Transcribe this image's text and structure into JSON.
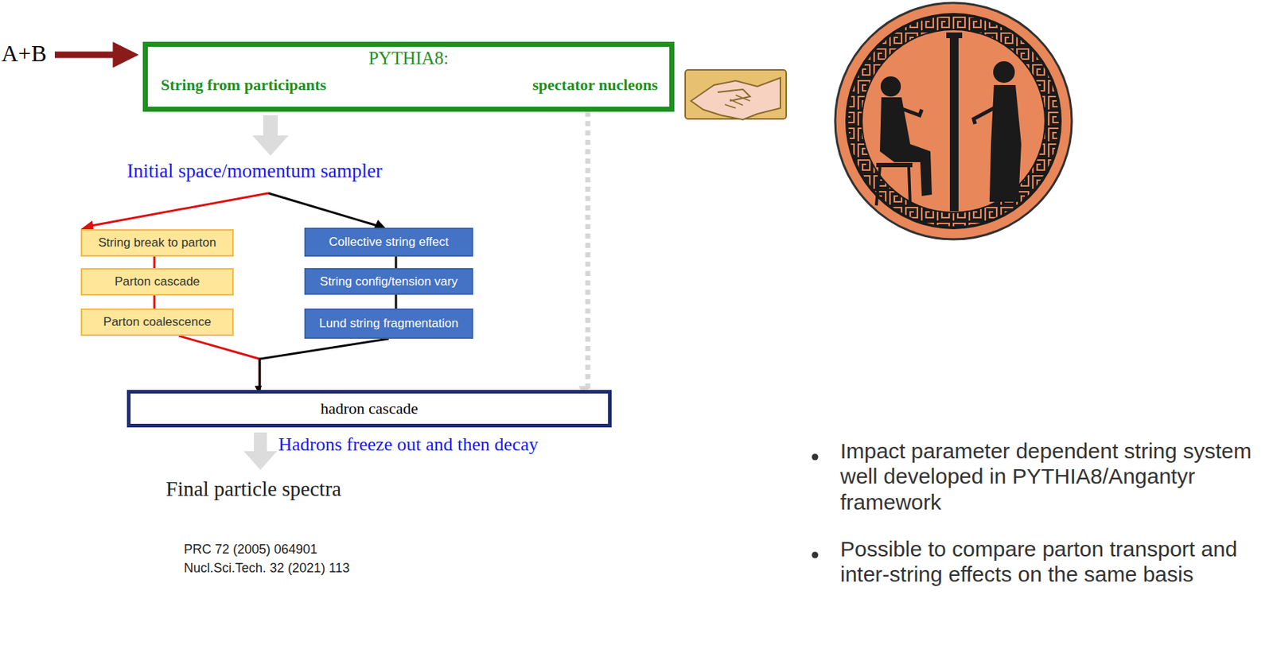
{
  "diagram": {
    "nodes": [
      {
        "text": [
          "PYTHIA8:",
          "String from participants",
          "spectator nucleons"
        ]
      },
      {
        "text": [
          "String break to parton"
        ]
      },
      {
        "text": [
          "Parton cascade"
        ]
      },
      {
        "text": [
          "Parton coalescence"
        ]
      },
      {
        "text": [
          "Collective string effect"
        ]
      },
      {
        "text": [
          "String config/tension vary"
        ]
      },
      {
        "text": [
          "Lund string fragmentation"
        ]
      },
      {
        "text": [
          "hadron cascade"
        ]
      }
    ],
    "edges": [
      {
        "from": 1,
        "to": 2,
        "arrow": "none"
      },
      {
        "from": 2,
        "to": 3,
        "arrow": "none"
      },
      {
        "from": 4,
        "to": 5,
        "arrow": "none"
      },
      {
        "from": 5,
        "to": 6,
        "arrow": "none"
      },
      {
        "from": 3,
        "to": 7,
        "arrow": "to"
      },
      {
        "from": 6,
        "to": 7,
        "arrow": "to"
      },
      {
        "from": 0,
        "to": 7,
        "arrow": "to"
      }
    ],
    "labels": [
      "A+B",
      "Initial space/momentum sampler",
      "Hadrons freeze out and then decay",
      "Final particle spectra",
      "PRC 72 (2005) 064901",
      "Nucl.Sci.Tech. 32 (2021) 113",
      "Impact parameter dependent string system well developed in PYTHIA8/Angantyr framework",
      "Possible to compare parton transport and inter-string effects on the same basis"
    ]
  }
}
